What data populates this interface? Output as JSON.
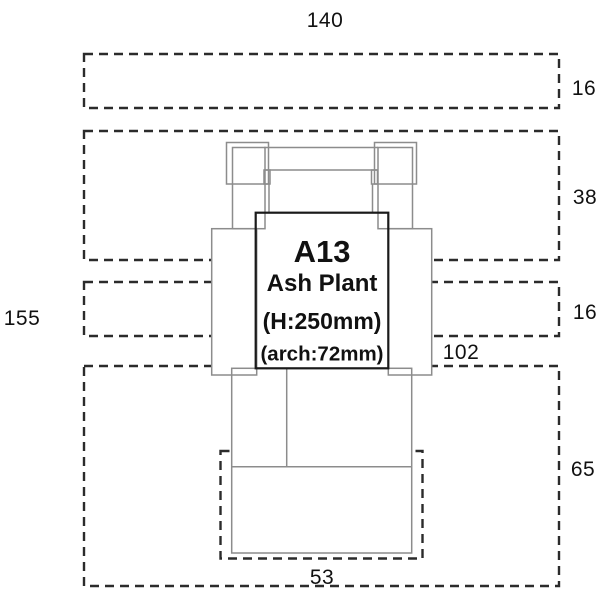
{
  "diagram": {
    "type": "footprint-plan",
    "label_box": {
      "code": "A13",
      "name": "Ash Plant",
      "height_note": "(H:250mm)",
      "arch_note": "(arch:72mm)"
    },
    "dimensions": {
      "overall_width": "140",
      "overall_height": "155",
      "top_strip_height": "16",
      "upper_strip_height": "38",
      "middle_strip_height": "16",
      "lower_strip_height": "65",
      "mid_section_width": "102",
      "base_width": "53"
    },
    "colors": {
      "background": "#ffffff",
      "dashed_line": "#2b2b2b",
      "structure_line": "#8c8c8c",
      "label_border": "#1a1a1a",
      "text": "#111111"
    }
  }
}
